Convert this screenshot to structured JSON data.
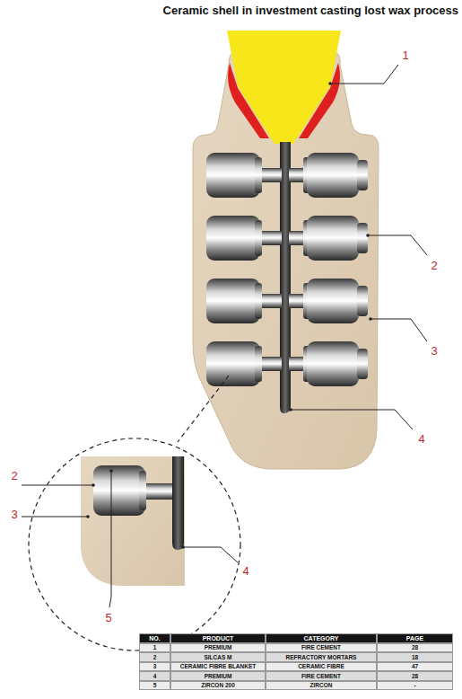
{
  "diagram": {
    "title": "Ceramic shell in investment casting lost wax process",
    "labels": [
      "1",
      "2",
      "3",
      "4",
      "2",
      "3",
      "4",
      "5",
      "NO.",
      "PRODUCT",
      "CATEGORY",
      "PAGE",
      "1",
      "PREMIUM",
      "FIRE CEMENT",
      "28",
      "2",
      "SILCAS M",
      "REFRACTORY MORTARS",
      "18",
      "3",
      "CERAMIC FIBRE BLANKET",
      "CERAMIC FIBRE",
      "47",
      "4",
      "PREMIUM",
      "FIRE CEMENT",
      "28",
      "5",
      "ZIRCON 200",
      "ZIRCON",
      "-"
    ]
  }
}
